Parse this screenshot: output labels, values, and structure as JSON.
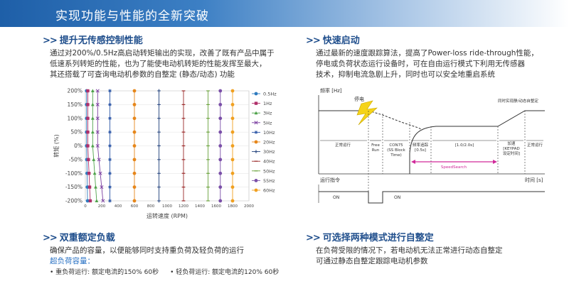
{
  "banner": {
    "title": "实现功能与性能的全新突破"
  },
  "sections": {
    "torque": {
      "mark": ">>",
      "title": "提升无传感控制性能",
      "lines": [
        "通过对200%/0.5Hz高启动转矩输出的实现，改善了既有产品中属于",
        "低速系列转矩的性能，也为了能使电动机转矩的性能发挥至最大，",
        "其还搭载了可查询电动机参数的自整定 (静态/动态) 功能"
      ]
    },
    "quickstart": {
      "mark": ">>",
      "title": "快速启动",
      "lines": [
        "通过最新的速度跟踪算法，提高了Power-loss  ride-through性能，",
        "停电或负荷状态运行设备时，可在自由运行模式下利用无传感器",
        "技术，抑制电流急剧上升，同时也可以安全地重启系统"
      ]
    },
    "dualrating": {
      "mark": ">>",
      "title": "双重额定负载",
      "lines": [
        "确保产品的容量，以便能够同时支持重负荷及轻负荷的运行"
      ],
      "subhead": "超负荷容量：",
      "items": [
        "• 重负荷运行: 额定电流的150% 60秒",
        "• 轻负荷运行: 额定电流的120% 60秒"
      ]
    },
    "autotune": {
      "mark": ">>",
      "title": "可选择两种模式进行自整定",
      "lines": [
        "在负荷受限的情况下，若电动机无法正常进行动态自整定",
        "可通过静态自整定跟踪电动机参数"
      ]
    }
  },
  "chart_data": {
    "type": "scatter",
    "title": "",
    "xlabel": "运转速度 (RPM)",
    "ylabel": "转矩 (%)",
    "xlim": [
      0,
      2000
    ],
    "ylim": [
      -200,
      200
    ],
    "x_ticks": [
      "0",
      "200",
      "400",
      "600",
      "800",
      "1000",
      "1200",
      "1400",
      "1600",
      "1800",
      "2000"
    ],
    "y_ticks": [
      "200%",
      "150%",
      "100%",
      "50%",
      "0%",
      "-50%",
      "-100%",
      "-150%",
      "-200%"
    ],
    "y_values": [
      200,
      150,
      100,
      50,
      0,
      -50,
      -100,
      -150,
      -200
    ],
    "series": [
      {
        "name": "0.5Hz",
        "x": 15,
        "color": "#2e7bbf",
        "marker": "circle"
      },
      {
        "name": "1Hz",
        "x": 30,
        "color": "#b0306a",
        "marker": "square"
      },
      {
        "name": "3Hz",
        "x": 90,
        "color": "#4ea24a",
        "marker": "triangle"
      },
      {
        "name": "5Hz",
        "x": 150,
        "color": "#7b3fa0",
        "marker": "x"
      },
      {
        "name": "10Hz",
        "x": 300,
        "color": "#2b55a6",
        "marker": "star"
      },
      {
        "name": "20Hz",
        "x": 600,
        "color": "#e6861a",
        "marker": "circle"
      },
      {
        "name": "30Hz",
        "x": 900,
        "color": "#1f3f7a",
        "marker": "plus"
      },
      {
        "name": "40Hz",
        "x": 1200,
        "color": "#9a2a2a",
        "marker": "dash"
      },
      {
        "name": "50Hz",
        "x": 1500,
        "color": "#6aa23c",
        "marker": "dash"
      },
      {
        "name": "55Hz",
        "x": 1650,
        "color": "#7a4fa8",
        "marker": "circle"
      },
      {
        "name": "60Hz",
        "x": 1800,
        "color": "#f0a020",
        "marker": "circle"
      }
    ]
  },
  "timing": {
    "ylabel": "频率 [Hz]",
    "power_fail": "停电",
    "top_right_note": "同时实现静/动态自整定",
    "phases": [
      "正常运行",
      "Free Run",
      "CON75 (SS Block Time)",
      "频率追踪 [0.5s]",
      "[1.0/2.0s]",
      "加速 [KEYPAD 设定时间]",
      "正常运行"
    ],
    "speed_search": "SpeedSearch",
    "time_label": "时间 [s]",
    "cmd_label": "运行指令",
    "on_labels": [
      "ON",
      "ON"
    ]
  }
}
